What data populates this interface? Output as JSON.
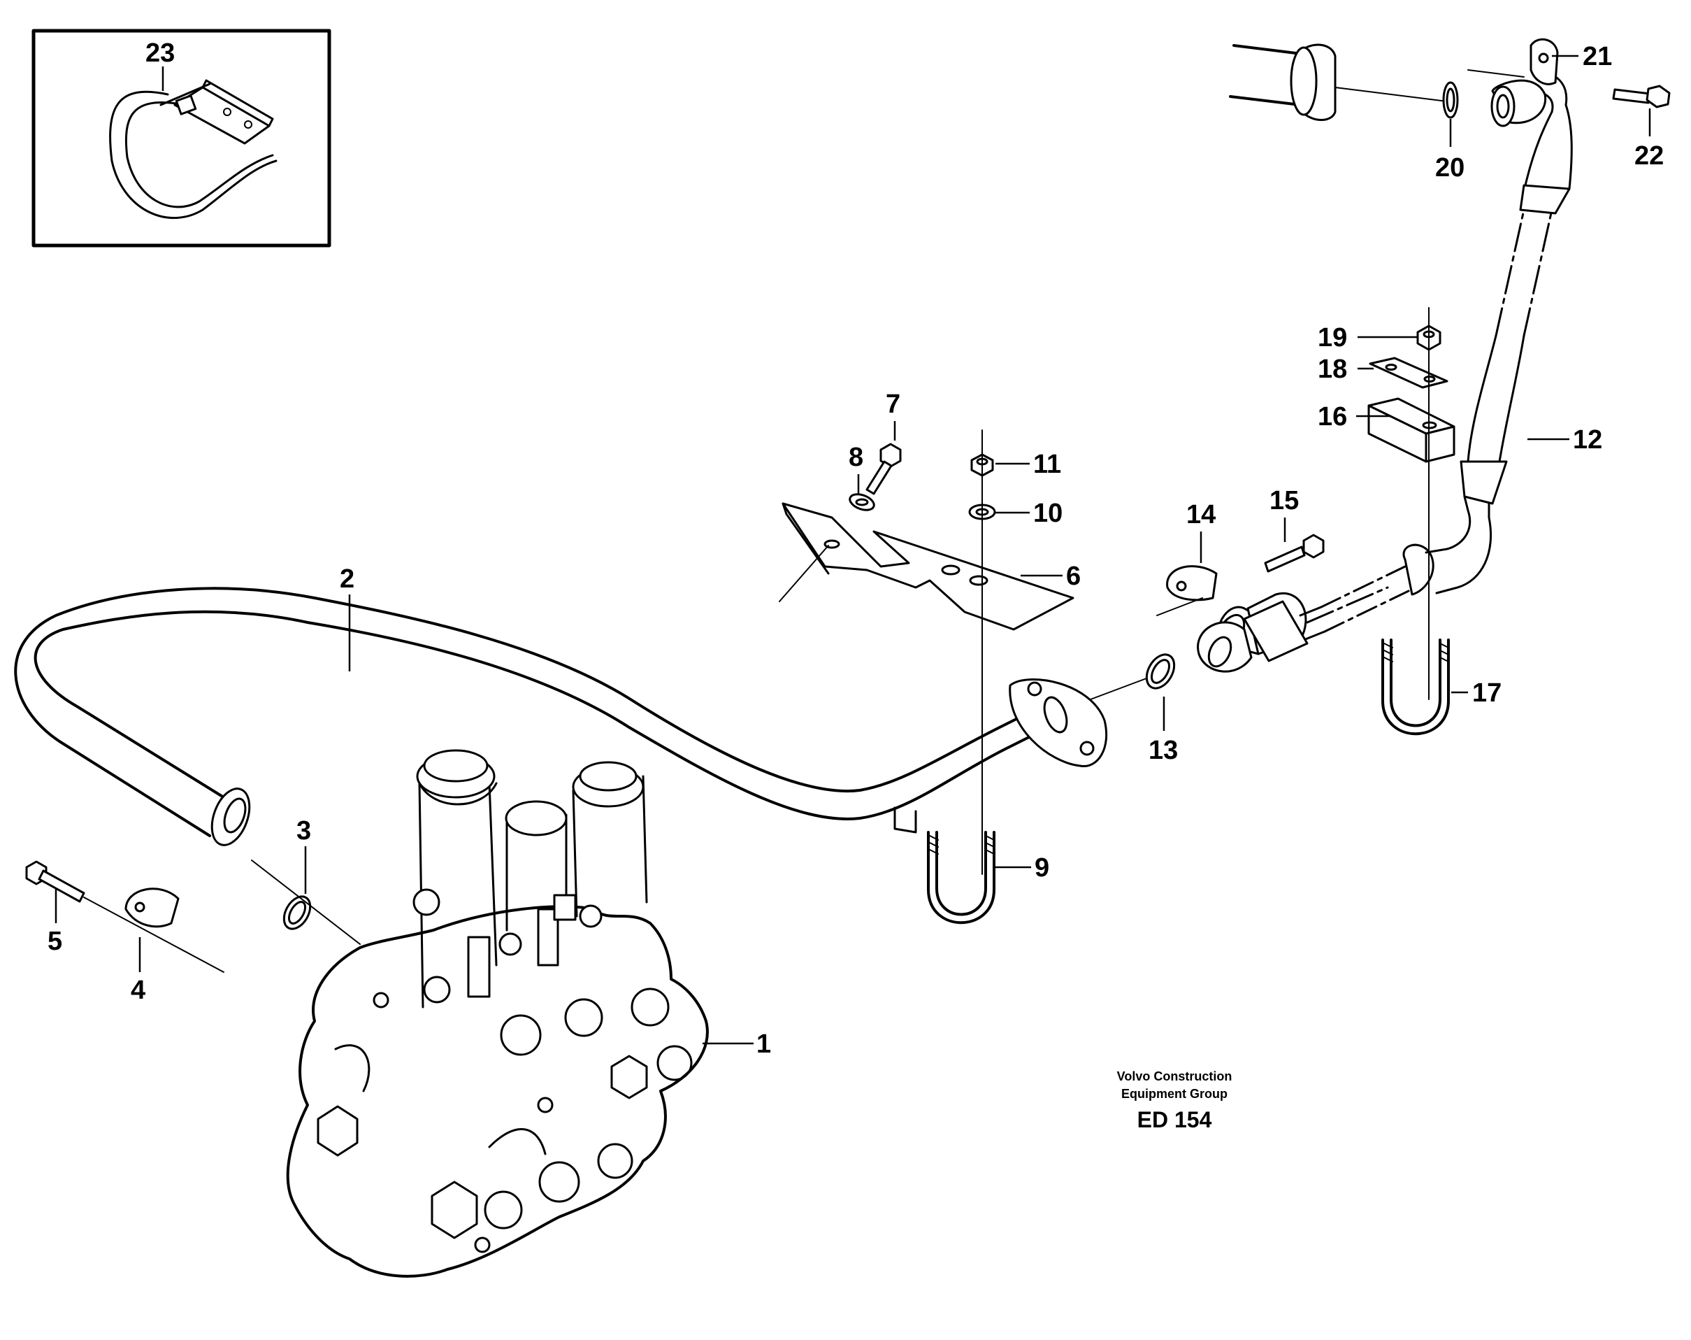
{
  "diagram": {
    "callouts": [
      {
        "id": "c1",
        "text": "1"
      },
      {
        "id": "c2",
        "text": "2"
      },
      {
        "id": "c3",
        "text": "3"
      },
      {
        "id": "c4",
        "text": "4"
      },
      {
        "id": "c5",
        "text": "5"
      },
      {
        "id": "c6",
        "text": "6"
      },
      {
        "id": "c7",
        "text": "7"
      },
      {
        "id": "c8",
        "text": "8"
      },
      {
        "id": "c9",
        "text": "9"
      },
      {
        "id": "c10",
        "text": "10"
      },
      {
        "id": "c11",
        "text": "11"
      },
      {
        "id": "c12",
        "text": "12"
      },
      {
        "id": "c13",
        "text": "13"
      },
      {
        "id": "c14",
        "text": "14"
      },
      {
        "id": "c15",
        "text": "15"
      },
      {
        "id": "c16",
        "text": "16"
      },
      {
        "id": "c17",
        "text": "17"
      },
      {
        "id": "c18",
        "text": "18"
      },
      {
        "id": "c19",
        "text": "19"
      },
      {
        "id": "c20",
        "text": "20"
      },
      {
        "id": "c21",
        "text": "21"
      },
      {
        "id": "c22",
        "text": "22"
      },
      {
        "id": "c23",
        "text": "23"
      }
    ],
    "credit": {
      "line1": "Volvo Construction",
      "line2": "Equipment Group",
      "code": "ED 154"
    }
  }
}
